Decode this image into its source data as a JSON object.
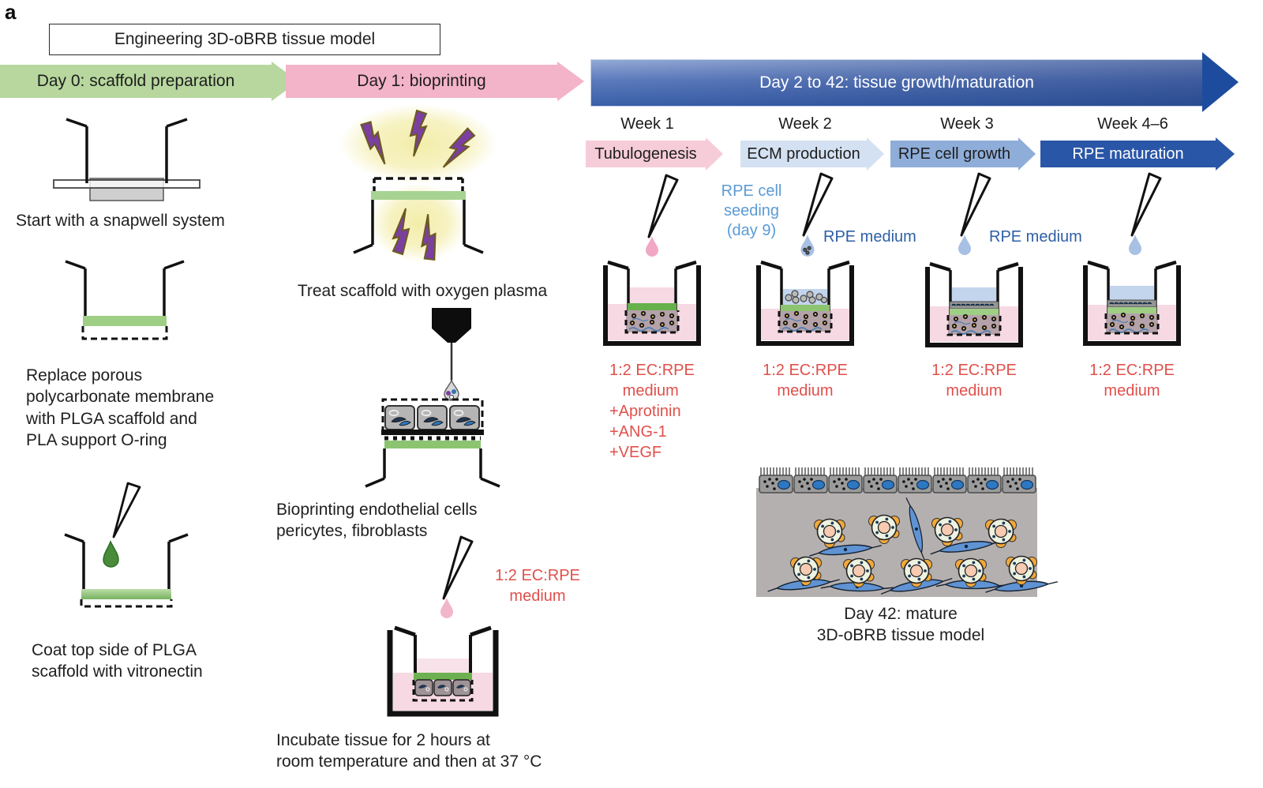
{
  "panel_label": "a",
  "title": "Engineering 3D-oBRB tissue model",
  "main_arrows": {
    "day0": "Day 0: scaffold preparation",
    "day1": "Day 1: bioprinting",
    "day2_42": "Day 2 to 42: tissue growth/maturation"
  },
  "weeks": [
    {
      "week": "Week 1",
      "phase": "Tubulogenesis"
    },
    {
      "week": "Week 2",
      "phase": "ECM production"
    },
    {
      "week": "Week 3",
      "phase": "RPE cell growth"
    },
    {
      "week": "Week 4–6",
      "phase": "RPE maturation"
    }
  ],
  "left_column": {
    "step1_caption": "Start with a snapwell system",
    "step2_caption": "Replace porous\npolycarbonate membrane\nwith PLGA scaffold and\nPLA support O-ring",
    "step3_caption": "Coat top side of PLGA\nscaffold with vitronectin"
  },
  "middle_column": {
    "plasma_caption": "Treat scaffold with oxygen plasma",
    "bioprint_caption": "Bioprinting endothelial cells\npericytes, fibroblasts",
    "incubate_medium_label": "1:2 EC:RPE\nmedium",
    "incubate_caption": "Incubate tissue for 2 hours at\nroom temperature and then at 37 °C"
  },
  "growth_column": {
    "week1_medium": "1:2 EC:RPE\n   medium\n+Aprotinin\n+ANG-1\n+VEGF",
    "week2_seeding": "RPE cell\nseeding\n(day 9)",
    "week2_rpe_medium": "RPE medium",
    "week3_rpe_medium": "RPE medium",
    "week2_medium": "1:2 EC:RPE\nmedium",
    "week3_medium": "1:2 EC:RPE\nmedium",
    "week4_medium": "1:2 EC:RPE\nmedium",
    "mature_caption": "Day 42: mature\n3D-oBRB tissue model"
  },
  "icons": {
    "pipette-icon": "open triangle pipette tip",
    "droplet-icon": "liquid drop",
    "lightning-bolt-icon": "plasma bolt",
    "print-nozzle-icon": "bioprinter nozzle",
    "snapwell-icon": "snapwell insert cross-section",
    "well-icon": "culture well cross-section",
    "vessel-icon": "capillary cross-section",
    "fibroblast-icon": "spindle cell",
    "rpe-cell-icon": "RPE cell with microvilli"
  },
  "colors": {
    "arrow_day0_green": "#b7d79e",
    "arrow_day1_pink": "#f3b3c8",
    "arrow_main_blue_light": "#93a9d6",
    "arrow_main_blue_dark": "#1d4c9f",
    "week1_arrow": "#f6ccd8",
    "week2_arrow": "#d4e1f2",
    "week3_arrow": "#8fadd9",
    "week4_arrow": "#2a56a7",
    "red_text": "#e0504b",
    "blue_text_light": "#5b9bd5",
    "blue_text_dark": "#2e5fa5",
    "membrane_green": "#6db052",
    "medium_pink": "#f6d9e2",
    "rpe_layer_blue": "#c3d4ed",
    "bolt_purple": "#7b3fa0",
    "glow_yellow": "#f4eeae",
    "tissue_mauve": "#b5a2a8",
    "mature_gray": "#b5b0b0"
  }
}
